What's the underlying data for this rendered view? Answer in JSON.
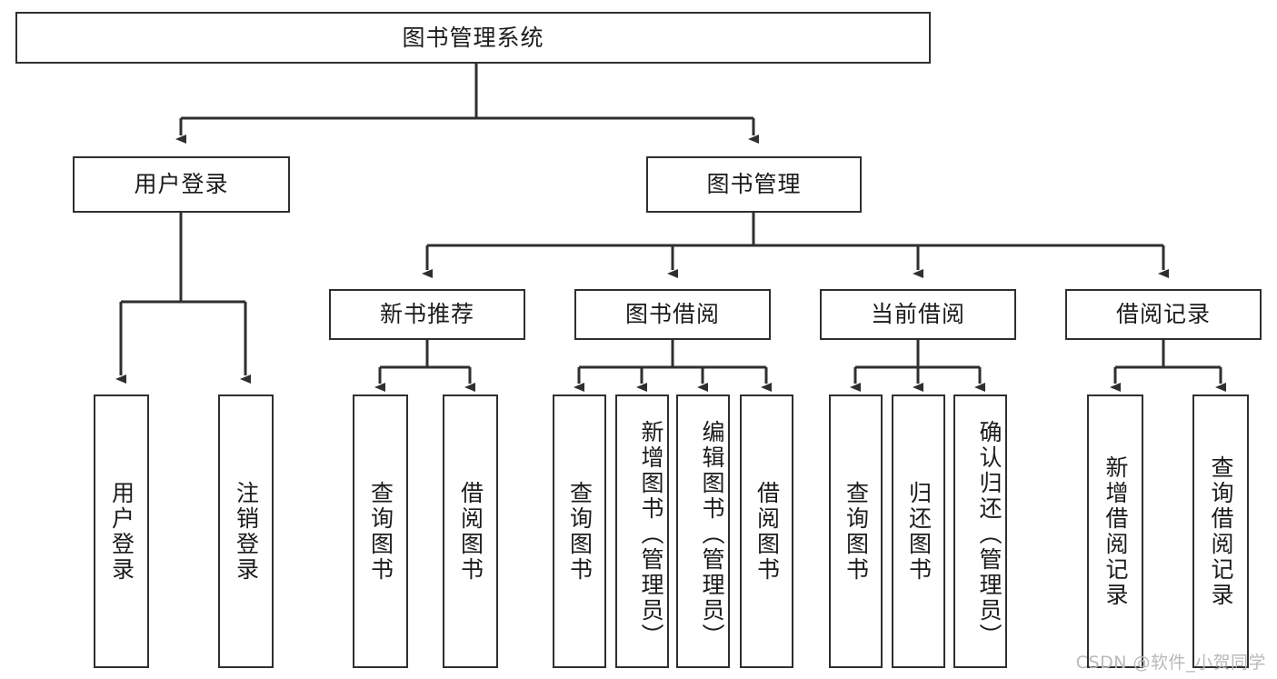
{
  "diagram": {
    "title": "图书管理系统",
    "type": "hierarchy-tree",
    "watermark": "CSDN @软件_小贺同学",
    "colors": {
      "box_border": "#2f2f2f",
      "box_fill": "#ffffff",
      "edge": "#2f2f2f",
      "text": "#1b1b1b",
      "watermark": "#b9b9b9"
    },
    "nodes": {
      "root": {
        "label": "图书管理系统"
      },
      "level2": [
        {
          "id": "user-login",
          "label": "用户登录"
        },
        {
          "id": "book-manage",
          "label": "图书管理"
        }
      ],
      "level3": [
        {
          "id": "new-book-recommend",
          "label": "新书推荐"
        },
        {
          "id": "book-borrow",
          "label": "图书借阅"
        },
        {
          "id": "current-borrow",
          "label": "当前借阅"
        },
        {
          "id": "borrow-record",
          "label": "借阅记录"
        }
      ],
      "leaves": {
        "user-login": [
          {
            "id": "leaf-user-login",
            "label": "用户登录"
          },
          {
            "id": "leaf-user-logout",
            "label": "注销登录"
          }
        ],
        "new-book-recommend": [
          {
            "id": "leaf-query-book-1",
            "label": "查询图书"
          },
          {
            "id": "leaf-borrow-book-1",
            "label": "借阅图书"
          }
        ],
        "book-borrow": [
          {
            "id": "leaf-query-book-2",
            "label": "查询图书"
          },
          {
            "id": "leaf-add-book",
            "label": "新增图书（管理员）"
          },
          {
            "id": "leaf-edit-book",
            "label": "编辑图书（管理员）"
          },
          {
            "id": "leaf-borrow-book-2",
            "label": "借阅图书"
          }
        ],
        "current-borrow": [
          {
            "id": "leaf-query-book-3",
            "label": "查询图书"
          },
          {
            "id": "leaf-return-book",
            "label": "归还图书"
          },
          {
            "id": "leaf-confirm-return",
            "label": "确认归还（管理员）"
          }
        ],
        "borrow-record": [
          {
            "id": "leaf-add-record",
            "label": "新增借阅记录"
          },
          {
            "id": "leaf-query-record",
            "label": "查询借阅记录"
          }
        ]
      }
    }
  }
}
